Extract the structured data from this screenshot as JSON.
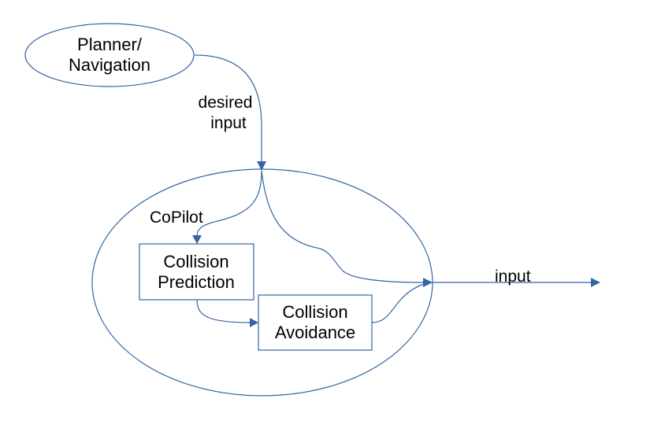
{
  "colors": {
    "stroke": "#3465a4",
    "text": "#000000",
    "background": "#ffffff"
  },
  "nodes": {
    "planner": {
      "line1": "Planner/",
      "line2": "Navigation"
    },
    "copilot": {
      "label": "CoPilot"
    },
    "collision_prediction": {
      "line1": "Collision",
      "line2": "Prediction"
    },
    "collision_avoidance": {
      "line1": "Collision",
      "line2": "Avoidance"
    }
  },
  "edges": {
    "desired_input": {
      "line1": "desired",
      "line2": "input"
    },
    "output": {
      "label": "input"
    }
  }
}
